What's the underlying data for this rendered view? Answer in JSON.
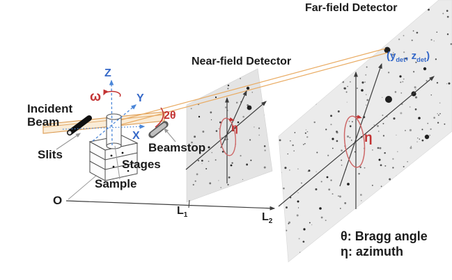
{
  "colors": {
    "axis_blue": "#4a86d8",
    "label_blue": "#3568c8",
    "annotation_red": "#c23232",
    "ellipse_red": "#cd6767",
    "beam_orange": "#dc9a50",
    "scatter_orange": "#e9ab62",
    "text_black": "#1c1c1c",
    "panel_near": "#e4e4e4",
    "panel_far": "#ebebeb",
    "arrow_dark": "#3c3c3c",
    "pointer_gray": "#999999",
    "spot_black": "#151515"
  },
  "titles": {
    "near": "Near-field Detector",
    "far": "Far-field Detector"
  },
  "labels": {
    "incident_line1": "Incident",
    "incident_line2": "Beam",
    "slits": "Slits",
    "beamstop": "Beamstop",
    "stages": "Stages",
    "sample": "Sample",
    "origin": "O",
    "l1_main": "L",
    "l1_sub": "1",
    "l2_main": "L",
    "l2_sub": "2",
    "two_theta": "2θ",
    "omega": "ω",
    "axis_x": "X",
    "axis_y": "Y",
    "axis_z": "Z",
    "eta_near": "η",
    "eta_far": "η",
    "det_coord_open": "(y",
    "det_coord_sub1": "det",
    "det_coord_mid": ", z",
    "det_coord_sub2": "det",
    "det_coord_close": ")"
  },
  "legend": {
    "line1": "θ: Bragg angle",
    "line2": "η: azimuth"
  },
  "detectors": {
    "near": {
      "spots": [
        [
          358,
          155,
          3.4
        ],
        [
          356,
          127,
          2.2
        ],
        [
          300,
          212,
          1.5
        ],
        [
          342,
          176,
          1.3
        ],
        [
          286,
          168,
          1.2
        ],
        [
          332,
          238,
          1.4
        ],
        [
          310,
          140,
          1.1
        ]
      ]
    },
    "far": {
      "spots": [
        [
          556,
          72,
          4.5
        ],
        [
          558,
          143,
          5
        ],
        [
          594,
          135,
          3.6
        ],
        [
          613,
          197,
          3.2
        ],
        [
          610,
          99,
          2.2
        ],
        [
          520,
          130,
          1.8
        ],
        [
          478,
          200,
          1.6
        ],
        [
          460,
          300,
          1.8
        ],
        [
          437,
          330,
          1.6
        ],
        [
          500,
          265,
          1.9
        ],
        [
          545,
          230,
          1.5
        ],
        [
          470,
          255,
          1.4
        ],
        [
          428,
          290,
          1.5
        ],
        [
          602,
          170,
          1.8
        ],
        [
          575,
          110,
          1.6
        ]
      ]
    }
  },
  "speckles": {
    "seed": 987654321,
    "near_count": 70,
    "far_count": 330
  }
}
